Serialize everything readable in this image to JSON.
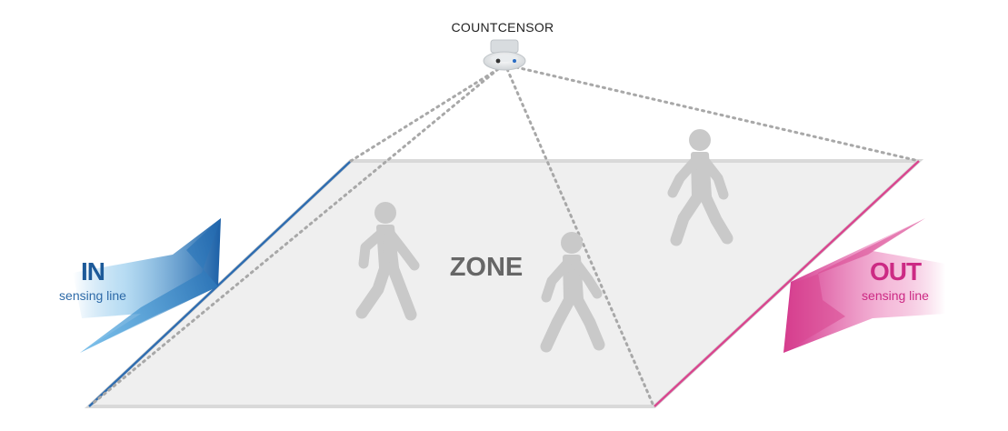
{
  "sensor": {
    "name": "COUNTCENSOR"
  },
  "zone": {
    "label": "ZONE"
  },
  "in_line": {
    "title": "IN",
    "subtitle": "sensing line",
    "color": "#1d5a99"
  },
  "out_line": {
    "title": "OUT",
    "subtitle": "sensing line",
    "color": "#cc2a84"
  },
  "people": [
    {
      "icon": "walking-person-icon"
    },
    {
      "icon": "walking-person-icon"
    },
    {
      "icon": "walking-person-icon"
    }
  ],
  "colors": {
    "zone_fill": "#efefef",
    "zone_edge": "#d9d9d9",
    "person": "#c9c9c9",
    "sight_lines": "#a8a8a8"
  }
}
